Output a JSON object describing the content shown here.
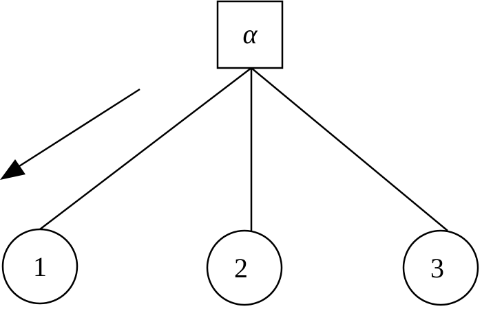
{
  "diagram": {
    "root": {
      "label": "α"
    },
    "children": [
      {
        "label": "1"
      },
      {
        "label": "2"
      },
      {
        "label": "3"
      }
    ],
    "colors": {
      "stroke": "#000000",
      "fill": "#ffffff"
    },
    "arrow": {
      "direction": "down-left"
    }
  }
}
